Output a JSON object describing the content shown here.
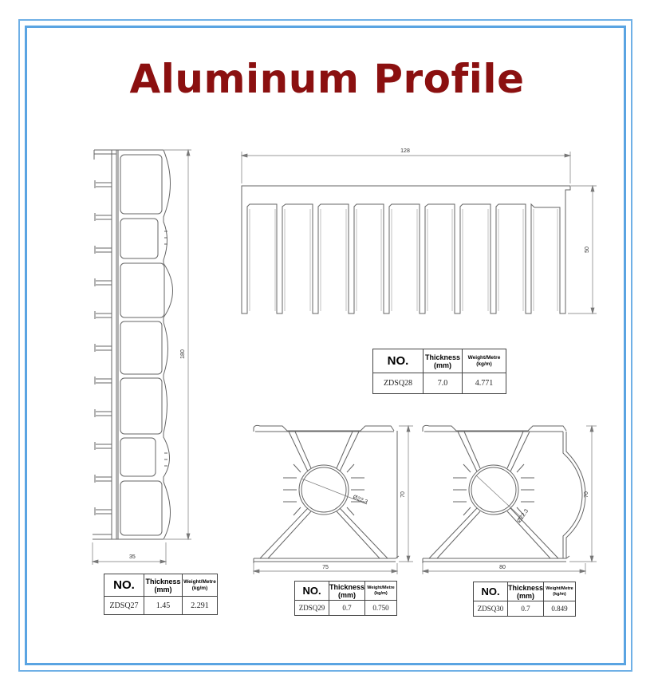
{
  "title": "Aluminum Profile",
  "headers": {
    "no": "NO.",
    "thickness": "Thickness",
    "thickness_unit": "(mm)",
    "weight": "Weight/Metre",
    "weight_unit": "(kg/m)"
  },
  "profiles": [
    {
      "no": "ZDSQ27",
      "thickness": "1.45",
      "weight": "2.291",
      "dims": {
        "width": "35",
        "height": "180"
      }
    },
    {
      "no": "ZDSQ28",
      "thickness": "7.0",
      "weight": "4.771",
      "dims": {
        "width": "128",
        "height": "50"
      }
    },
    {
      "no": "ZDSQ29",
      "thickness": "0.7",
      "weight": "0.750",
      "dims": {
        "width": "75",
        "height": "70",
        "diameter": "Ø22.3"
      }
    },
    {
      "no": "ZDSQ30",
      "thickness": "0.7",
      "weight": "0.849",
      "dims": {
        "width": "80",
        "height": "70",
        "diameter": "Ø22.3"
      }
    }
  ],
  "colors": {
    "title": "#8b1010",
    "frame": "#5aa4e2",
    "line": "#555555"
  }
}
